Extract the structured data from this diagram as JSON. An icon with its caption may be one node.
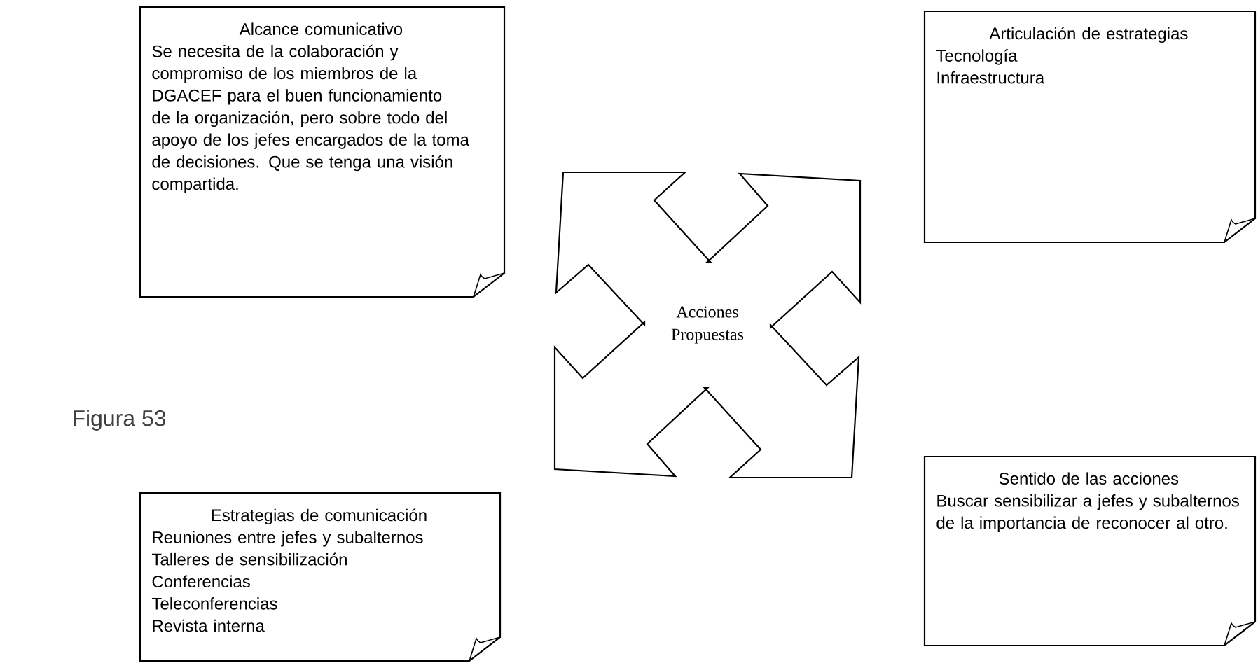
{
  "diagram": {
    "nodes": [
      {
        "text": [
          "Alcance comunicativo",
          "Se necesita de la colaboración y compromiso de los miembros de la DGACEF para el buen funcionamiento de la organización, pero sobre todo del apoyo de los jefes encargados de la toma de decisiones. Que se tenga una visión compartida."
        ]
      },
      {
        "text": [
          "Articulación de estrategias",
          "Tecnología",
          "Infraestructura"
        ]
      },
      {
        "text": [
          "Acciones Propuestas"
        ]
      },
      {
        "text": [
          "Estrategias de comunicación",
          "Reuniones entre jefes y subalternos",
          "Talleres de sensibilización",
          "Conferencias",
          "Teleconferencias",
          "Revista interna"
        ]
      },
      {
        "text": [
          "Sentido de las acciones",
          "Buscar sensibilizar a jefes y subalternos de la importancia de reconocer al otro."
        ]
      }
    ],
    "labels": [
      "Figura 53"
    ]
  }
}
